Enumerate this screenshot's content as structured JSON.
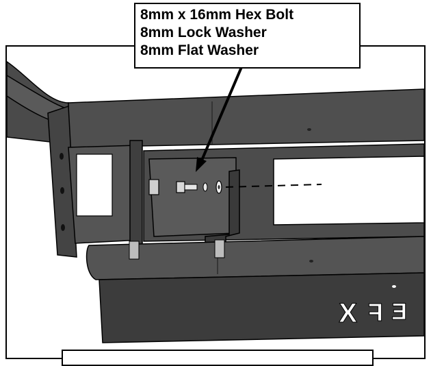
{
  "callout": {
    "lines": [
      "8mm x 16mm Hex Bolt",
      "8mm Lock Washer",
      "8mm Flat Washer"
    ]
  },
  "caption": {
    "text": ""
  },
  "bumper": {
    "letters": [
      "X",
      "F",
      "E"
    ]
  },
  "colors": {
    "steel_dark": "#3f3f3f",
    "steel_mid": "#5a5a5a",
    "steel_light": "#7a7a7a",
    "outline": "#000000"
  }
}
